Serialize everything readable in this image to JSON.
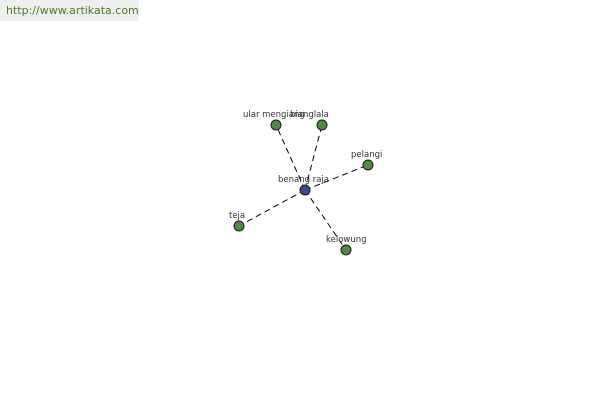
{
  "site_url": "http://www.artikata.com",
  "graph": {
    "center": {
      "id": "benang-raja",
      "label": "benang raja"
    },
    "nodes": [
      {
        "id": "ular-mengiang",
        "label": "ular mengiang"
      },
      {
        "id": "bianglala",
        "label": "bianglala"
      },
      {
        "id": "pelangi",
        "label": "pelangi"
      },
      {
        "id": "teja",
        "label": "teja"
      },
      {
        "id": "kelowung",
        "label": "kelowung"
      }
    ],
    "edges": [
      {
        "from": "benang-raja",
        "to": "ular-mengiang"
      },
      {
        "from": "benang-raja",
        "to": "bianglala"
      },
      {
        "from": "benang-raja",
        "to": "pelangi"
      },
      {
        "from": "benang-raja",
        "to": "teja"
      },
      {
        "from": "benang-raja",
        "to": "kelowung"
      }
    ],
    "colors": {
      "center_node": "#3b4a96",
      "leaf_node": "#4f8a45",
      "edge": "#000000",
      "url_text": "#4d7a1f"
    }
  }
}
